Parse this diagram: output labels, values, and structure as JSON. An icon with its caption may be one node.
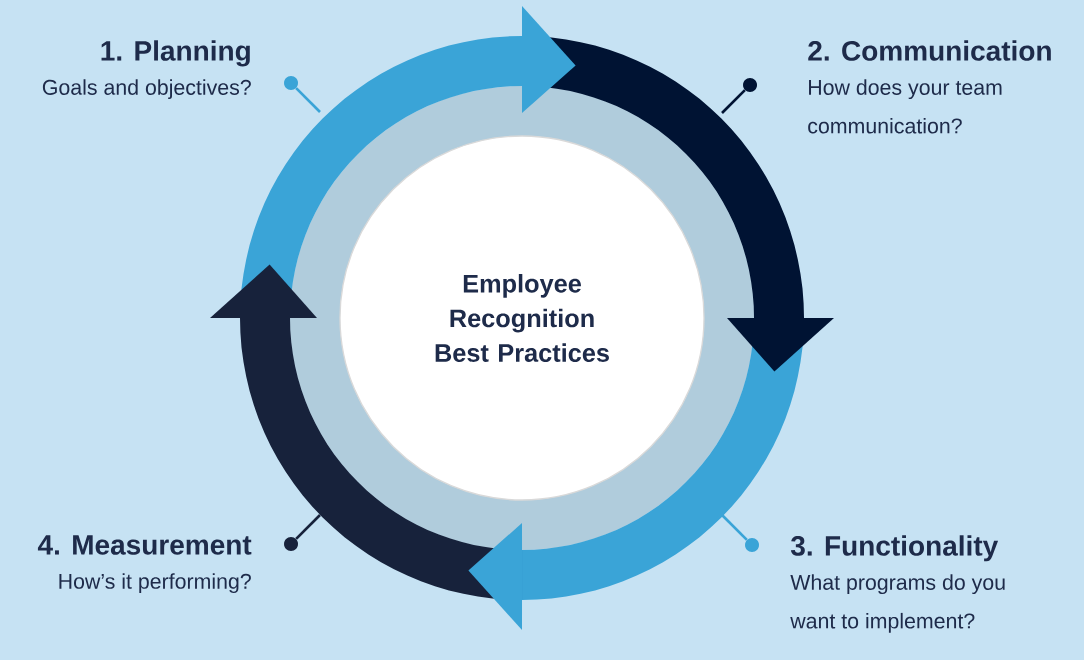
{
  "diagram": {
    "nodes": [
      {
        "text": [
          "Employee Recognition Best Practices"
        ]
      },
      {
        "text": [
          "1. Planning",
          "Goals and objectives?"
        ]
      },
      {
        "text": [
          "2. Communication",
          "How does your team communication?"
        ]
      },
      {
        "text": [
          "3. Functionality",
          "What programs do you want to implement?"
        ]
      },
      {
        "text": [
          "4. Measurement",
          "How’s it performing?"
        ]
      },
      {
        "text": [],
        "shape": "circle"
      },
      {
        "text": [],
        "shape": "circle"
      },
      {
        "text": [],
        "shape": "circle"
      },
      {
        "text": [],
        "shape": "circle"
      }
    ],
    "edges": [
      {
        "from": 5,
        "to": null,
        "arrow": "none",
        "color": "#3aa4d7"
      },
      {
        "from": 6,
        "to": null,
        "arrow": "none",
        "color": "#001333"
      },
      {
        "from": 7,
        "to": null,
        "arrow": "none",
        "color": "#17223b"
      },
      {
        "from": 8,
        "to": null,
        "arrow": "none",
        "color": "#3aa4d7"
      }
    ]
  }
}
